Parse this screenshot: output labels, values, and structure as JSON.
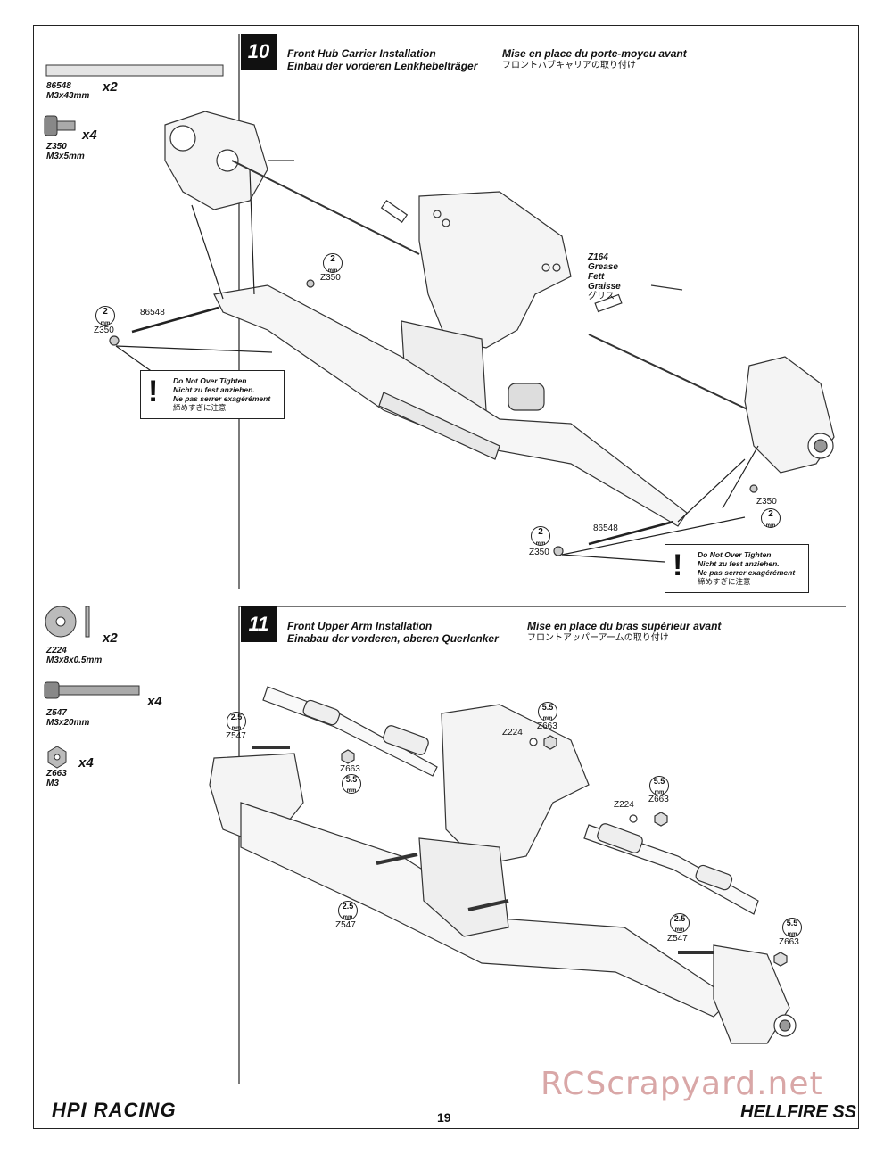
{
  "page_number": "19",
  "watermark": "RCScrapyard.net",
  "brand_logo": "HPI RACING",
  "product_logo": "HELLFIRE SS",
  "step10": {
    "number": "10",
    "title_en": "Front Hub Carrier Installation",
    "title_de": "Einbau der vorderen Lenkhebelträger",
    "title_fr": "Mise en place du porte-moyeu avant",
    "title_jp": "フロントハブキャリアの取り付け",
    "parts": [
      {
        "code": "86548",
        "desc": "M3x43mm",
        "qty": "x2",
        "icon": "shaft-icon"
      },
      {
        "code": "Z350",
        "desc": "M3x5mm",
        "qty": "x4",
        "icon": "screw-icon"
      }
    ],
    "callouts": {
      "tool_left": "2",
      "tool_unit": "mm",
      "tool_top": "2",
      "tool_right": "2",
      "tool_bottom": "2",
      "z350_a": "Z350",
      "z350_b": "Z350",
      "z350_c": "Z350",
      "z350_d": "Z350",
      "shaft_a": "86548",
      "shaft_b": "86548",
      "grease_code": "Z164",
      "grease_en": "Grease",
      "grease_de": "Fett",
      "grease_fr": "Graisse",
      "grease_jp": "グリス",
      "tube_label": "Z164"
    },
    "warning": {
      "en": "Do Not Over Tighten",
      "de": "Nicht zu fest anziehen.",
      "fr": "Ne pas serrer exagérément",
      "jp": "締めすぎに注意"
    }
  },
  "step11": {
    "number": "11",
    "title_en": "Front Upper Arm Installation",
    "title_de": "Einabau der vorderen, oberen Querlenker",
    "title_fr": "Mise en place du bras supérieur avant",
    "title_jp": "フロントアッパーアームの取り付け",
    "parts": [
      {
        "code": "Z224",
        "desc": "M3x8x0.5mm",
        "qty": "x2",
        "icon": "washer-icon"
      },
      {
        "code": "Z547",
        "desc": "M3x20mm",
        "qty": "x4",
        "icon": "screw-icon"
      },
      {
        "code": "Z663",
        "desc": "M3",
        "qty": "x4",
        "icon": "nut-icon"
      }
    ],
    "callouts": {
      "hex25": "2.5",
      "hex55": "5.5",
      "unit": "mm",
      "z547": "Z547",
      "z663": "Z663",
      "z224": "Z224"
    }
  }
}
